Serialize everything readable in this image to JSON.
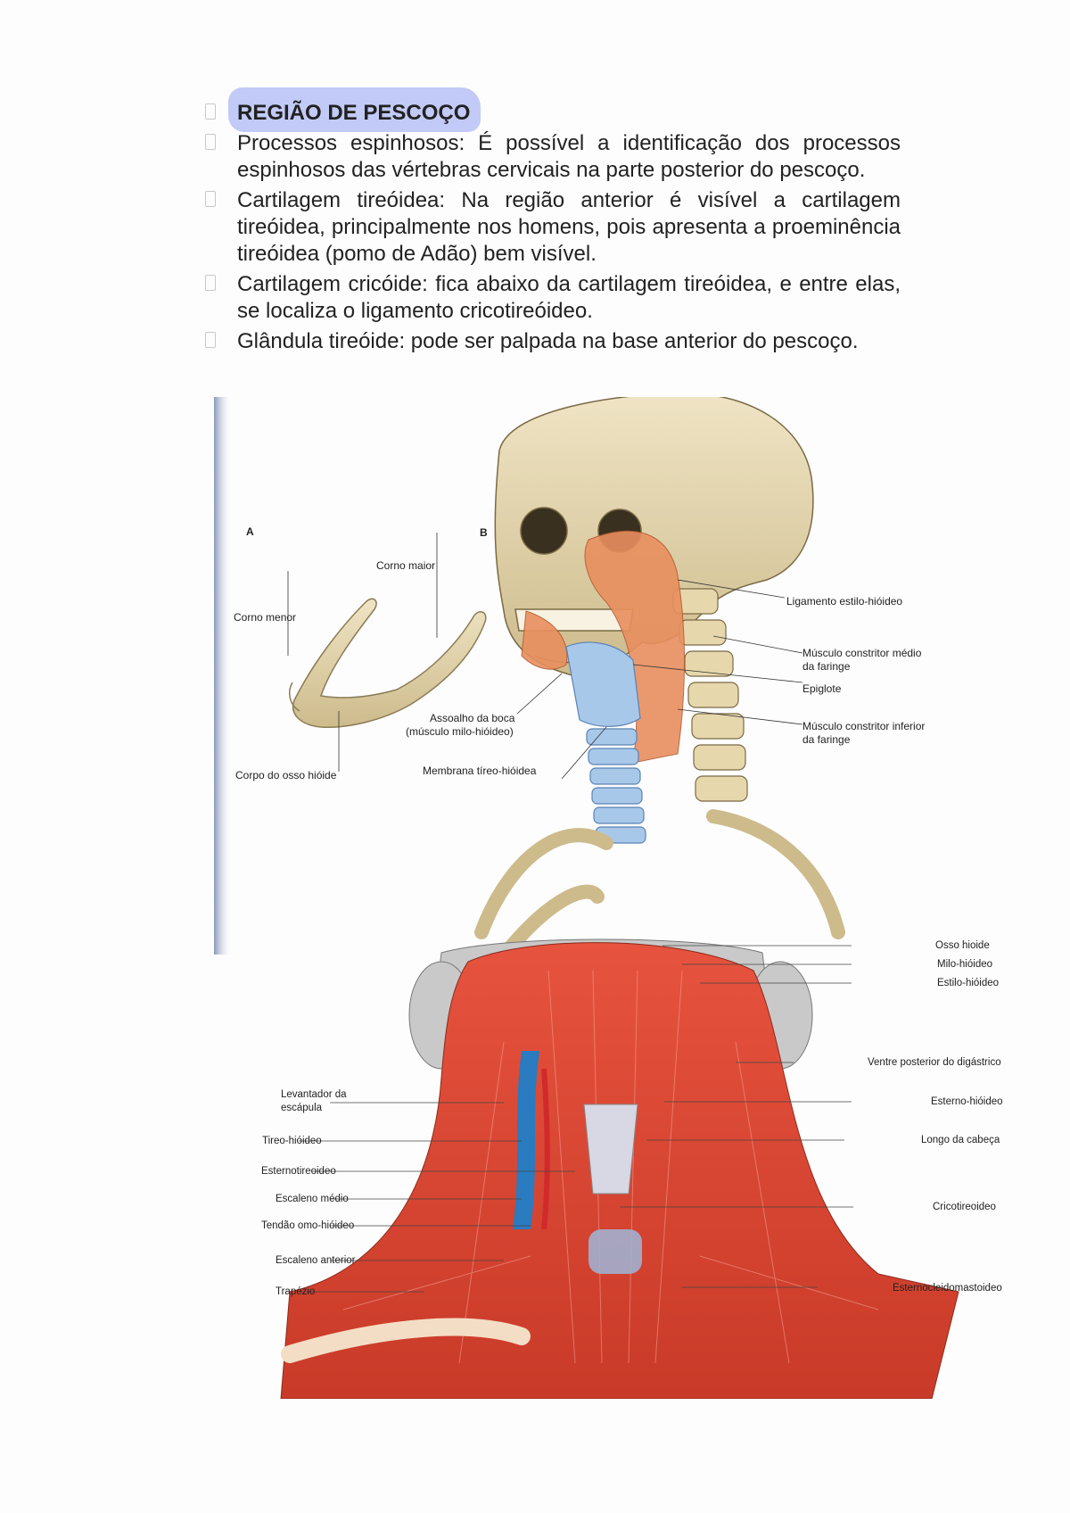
{
  "section": {
    "title": "REGIÃO DE PESCOÇO",
    "items": [
      "Processos espinhosos: É possível a identificação dos processos espinhosos das vértebras cervicais na parte posterior do pescoço.",
      "Cartilagem tireóidea: Na região anterior é visível a cartilagem tireóidea, principalmente nos homens, pois apresenta a proeminência tireóidea (pomo de Adão) bem visível.",
      "Cartilagem cricóide: fica abaixo da cartilagem tireóidea, e entre elas, se localiza o ligamento cricotireóideo.",
      "Glândula tireóide: pode ser palpada na base anterior do pescoço."
    ]
  },
  "figure1": {
    "panel_a": "A",
    "panel_b": "B",
    "labels": {
      "corno_maior": "Corno maior",
      "corno_menor": "Corno menor",
      "corpo": "Corpo do osso hióide",
      "assoalho_1": "Assoalho da boca",
      "assoalho_2": "(músculo milo-hióideo)",
      "membrana": "Membrana tíreo-hióidea",
      "ligamento": "Ligamento estilo-hióideo",
      "constritor_medio_1": "Músculo constritor médio",
      "constritor_medio_2": "da faringe",
      "epiglote": "Epiglote",
      "constritor_inferior_1": "Músculo constritor inferior",
      "constritor_inferior_2": "da faringe"
    }
  },
  "figure2": {
    "labels_right": {
      "osso_hioide": "Osso hioide",
      "milo": "Milo-hióideo",
      "estilo": "Estilo-hióideo",
      "ventre": "Ventre posterior do digástrico",
      "esterno_hioideo": "Esterno-hióideo",
      "longo": "Longo da cabeça",
      "cricotireoideo": "Cricotireoideo",
      "ecm": "Esternocleidomastoideo"
    },
    "labels_left": {
      "levantador_1": "Levantador da",
      "levantador_2": "escápula",
      "tireo": "Tireo-hióideo",
      "esternotireoideo": "Esternotireoideo",
      "escaleno_medio": "Escaleno médio",
      "tendao": "Tendão omo-hióideo",
      "escaleno_anterior": "Escaleno anterior",
      "trapezio": "Trapézio"
    }
  }
}
